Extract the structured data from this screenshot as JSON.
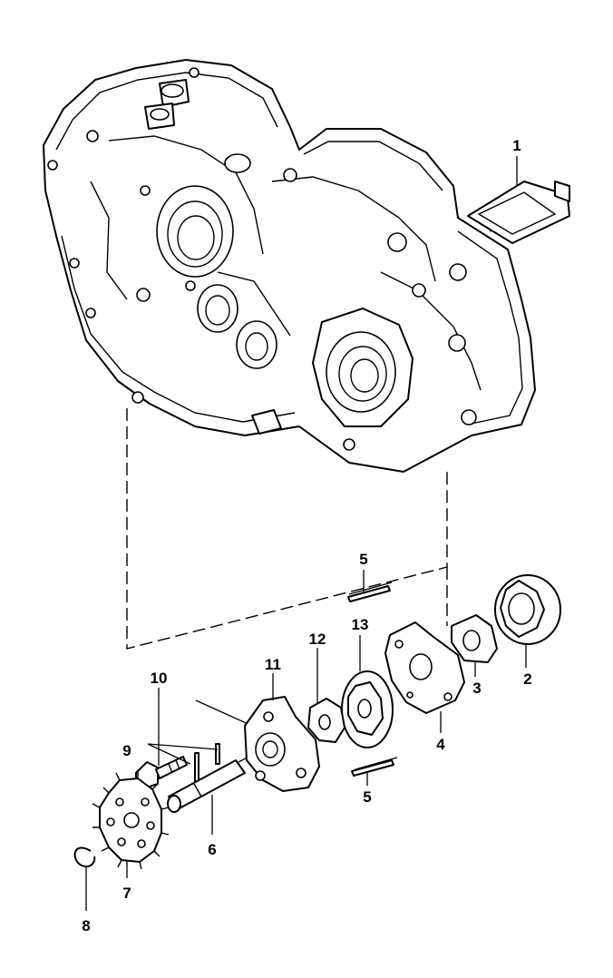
{
  "callouts": {
    "c1": "1",
    "c2": "2",
    "c3": "3",
    "c4": "4",
    "c5a": "5",
    "c5b": "5",
    "c6": "6",
    "c7": "7",
    "c8": "8",
    "c9": "9",
    "c10": "10",
    "c11": "11",
    "c12": "12",
    "c13": "13"
  },
  "parts": [
    {
      "callout": "1",
      "icon": "oil-strainer-icon"
    },
    {
      "callout": "2",
      "icon": "outer-rotor-icon"
    },
    {
      "callout": "3",
      "icon": "rotor-coupling-icon"
    },
    {
      "callout": "4",
      "icon": "pump-plate-icon"
    },
    {
      "callout": "5",
      "icon": "dowel-pin-icon"
    },
    {
      "callout": "6",
      "icon": "pump-shaft-icon"
    },
    {
      "callout": "7",
      "icon": "drive-gear-icon"
    },
    {
      "callout": "8",
      "icon": "circlip-icon"
    },
    {
      "callout": "9",
      "icon": "pin-icon"
    },
    {
      "callout": "10",
      "icon": "bolt-icon"
    },
    {
      "callout": "11",
      "icon": "pump-housing-icon"
    },
    {
      "callout": "12",
      "icon": "inner-coupling-icon"
    },
    {
      "callout": "13",
      "icon": "inner-rotor-icon"
    }
  ]
}
